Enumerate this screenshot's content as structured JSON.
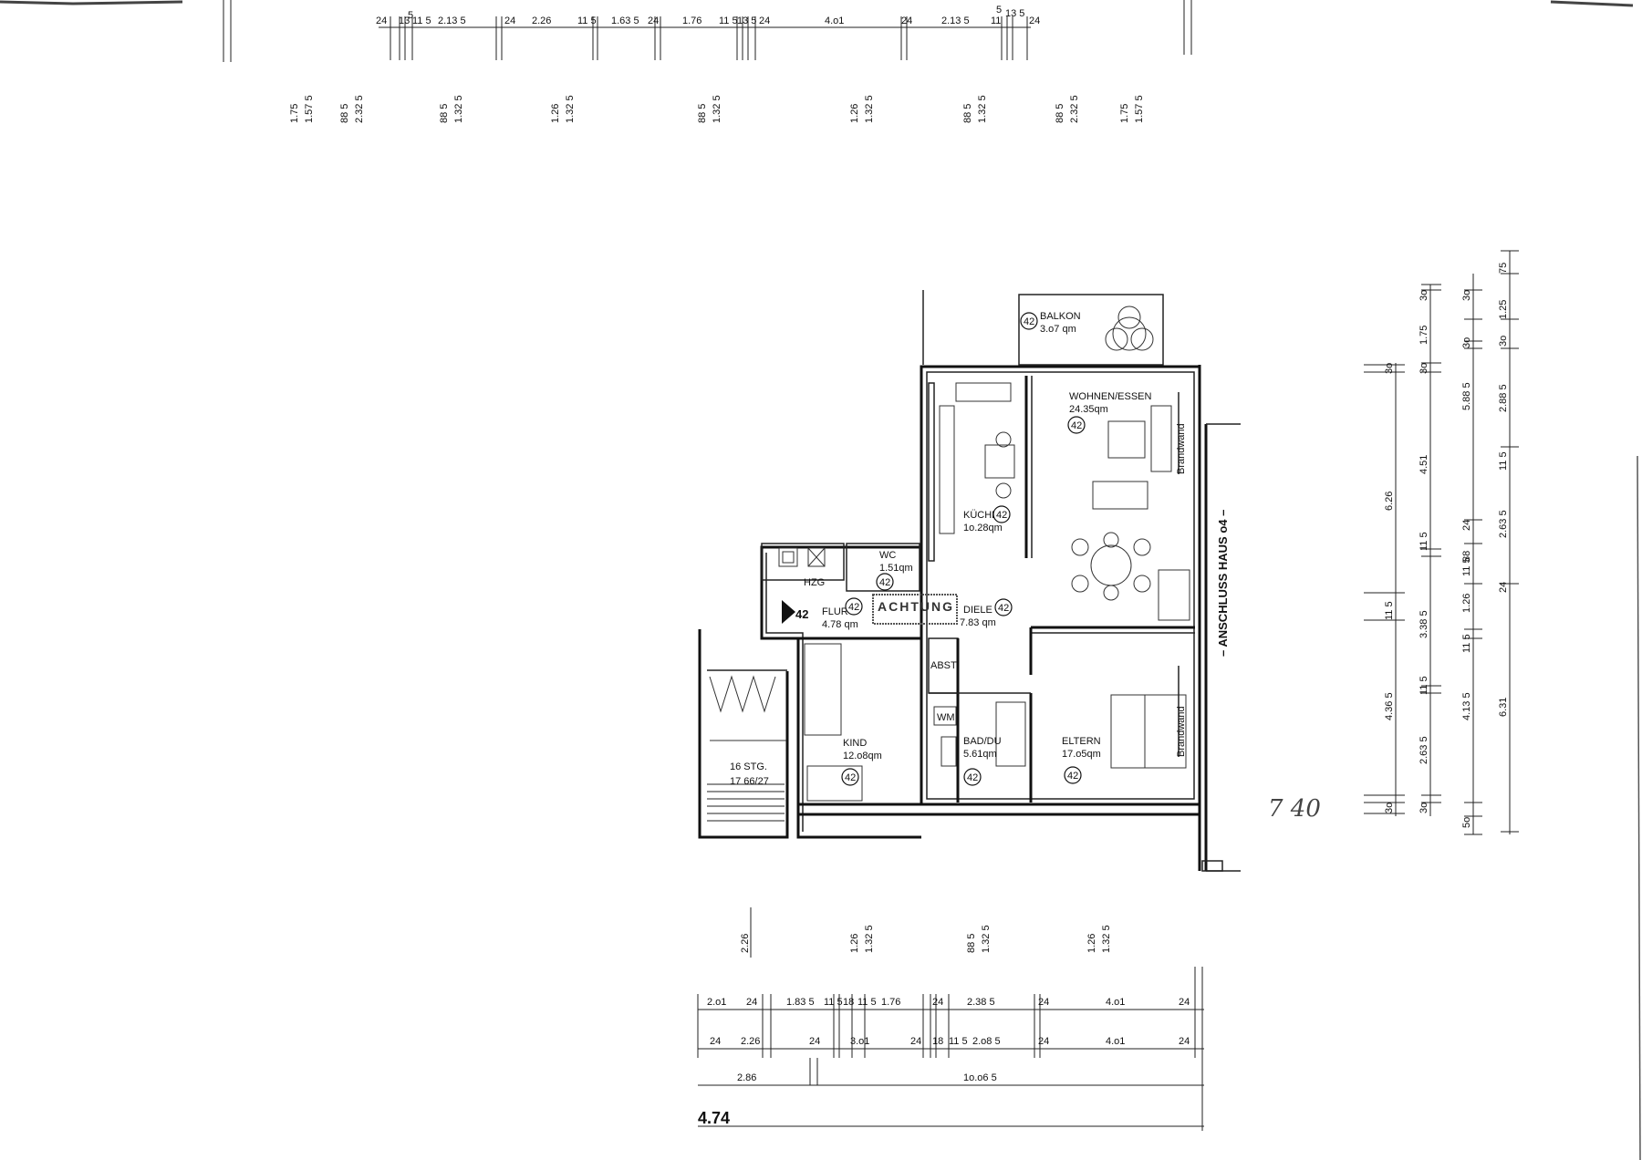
{
  "rooms": {
    "balkon": {
      "name": "BALKON",
      "area": "3.o7 qm",
      "unit": "42"
    },
    "wohnen": {
      "name": "WOHNEN/ESSEN",
      "area": "24.35qm",
      "unit": "42"
    },
    "kueche": {
      "name": "KÜCHE",
      "area": "1o.28qm",
      "unit": "42"
    },
    "wc": {
      "name": "WC",
      "area": "1.51qm",
      "unit": "42"
    },
    "hzg": {
      "name": "HZG"
    },
    "flur": {
      "name": "FLUR",
      "area": "4.78 qm",
      "unit": "42"
    },
    "diele": {
      "name": "DIELE",
      "area": "7.83 qm",
      "unit": "42"
    },
    "abst": {
      "name": "ABST."
    },
    "wm": {
      "name": "WM"
    },
    "kind": {
      "name": "KIND",
      "area": "12.o8qm",
      "unit": "42"
    },
    "bad": {
      "name": "BAD/DU",
      "area": "5.61qm",
      "unit": "42"
    },
    "eltern": {
      "name": "ELTERN",
      "area": "17.o5qm",
      "unit": "42"
    },
    "stair": {
      "name": "16 STG.",
      "ratio": "17 66/27"
    }
  },
  "unit_marker": "42",
  "stamp": "ACHTUNG",
  "labels": {
    "anschluss": "– ANSCHLUSS HAUS o4 –",
    "brandwand1": "Brandwand",
    "brandwand2": "Brandwand",
    "handwritten": "7 40"
  },
  "dims": {
    "top_row": [
      "24",
      "13",
      "5",
      "11 5",
      "2.13 5",
      "24",
      "2.26",
      "11 5",
      "1.63 5",
      "24",
      "1.76",
      "11 5",
      "13 5",
      "24",
      "4.o1",
      "24",
      "2.13 5",
      "11",
      "5",
      "13 5",
      "24"
    ],
    "top_openings": [
      "1.75",
      "1.57 5",
      "88 5",
      "2.32 5",
      "88 5",
      "1.32 5",
      "1.26",
      "1.32 5",
      "88 5",
      "1.32 5",
      "1.26",
      "1.32 5",
      "88 5",
      "1.32 5",
      "88 5",
      "2.32 5",
      "1.75",
      "1.57 5"
    ],
    "bottom_openings": [
      "2.26",
      "1.26",
      "1.32 5",
      "88 5",
      "1.32 5",
      "1.26",
      "1.32 5"
    ],
    "bottom_row1": [
      "2.o1",
      "24",
      "1.83 5",
      "11 5",
      "18",
      "11 5",
      "1.76",
      "24",
      "2.38 5",
      "24",
      "4.o1",
      "24"
    ],
    "bottom_row2": [
      "24",
      "2.26",
      "24",
      "3.o1",
      "24",
      "18",
      "11 5",
      "2.o8 5",
      "24",
      "4.o1",
      "24"
    ],
    "bottom_row3": [
      "2.86",
      "1o.o6 5"
    ],
    "bottom_total": "4.74",
    "right_col1": [
      "3o",
      "6.26",
      "11 5",
      "4.36 5",
      "3o"
    ],
    "right_col2": [
      "3o",
      "1.75",
      "3o",
      "4.51",
      "11 5",
      "3.38 5",
      "11 5",
      "2.63 5",
      "3o"
    ],
    "right_col3": [
      "3o",
      "3o",
      "24",
      "11 5",
      "88",
      "1.26",
      "11 5",
      "4.13 5",
      "5o"
    ],
    "right_col4": [
      "75",
      "1.25",
      "3o",
      "5.88 5",
      "2.88 5",
      "11 5",
      "2.63 5",
      "24",
      "6.31"
    ]
  }
}
